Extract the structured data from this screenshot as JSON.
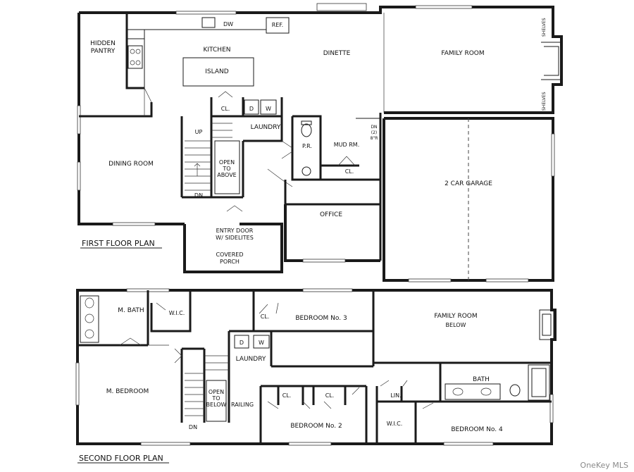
{
  "first_floor": {
    "title": "FIRST FLOOR PLAN",
    "rooms": {
      "hidden_pantry_1": "HIDDEN",
      "hidden_pantry_2": "PANTRY",
      "kitchen": "KITCHEN",
      "island": "ISLAND",
      "dw": "DW",
      "ref": "REF.",
      "dinette": "DINETTE",
      "family_room": "FAMILY ROOM",
      "shelves_top": "SHELVES",
      "shelves_bottom": "SHELVES",
      "dining_room": "DINING ROOM",
      "cl_stair": "CL.",
      "d": "D",
      "w": "W",
      "laundry": "LAUNDRY",
      "up": "UP",
      "dn": "DN",
      "open_1": "OPEN",
      "open_2": "TO",
      "open_3": "ABOVE",
      "pr": "P.R.",
      "mud_rm": "MUD RM.",
      "cl_mud": "CL.",
      "garage_dn_1": "DN",
      "garage_dn_2": "(2)",
      "garage_dn_3": "8\"R",
      "garage": "2 CAR GARAGE",
      "office": "OFFICE",
      "entry_1": "ENTRY DOOR",
      "entry_2": "W/ SIDELITES",
      "porch_1": "COVERED",
      "porch_2": "PORCH"
    }
  },
  "second_floor": {
    "title": "SECOND FLOOR PLAN",
    "rooms": {
      "m_bath": "M. BATH",
      "wic_master": "W.I.C.",
      "m_bedroom": "M. BEDROOM",
      "cl_bed3": "CL.",
      "bedroom3": "BEDROOM No. 3",
      "family_below_1": "FAMILY ROOM",
      "family_below_2": "BELOW",
      "d": "D",
      "w": "W",
      "laundry": "LAUNDRY",
      "open_1": "OPEN",
      "open_2": "TO",
      "open_3": "BELOW",
      "railing": "RAILING",
      "dn": "DN",
      "cl_a": "CL.",
      "cl_b": "CL.",
      "lin": "LIN.",
      "bath": "BATH",
      "bedroom2": "BEDROOM No. 2",
      "wic": "W.I.C.",
      "bedroom4": "BEDROOM No. 4"
    }
  },
  "watermark": "OneKey MLS"
}
